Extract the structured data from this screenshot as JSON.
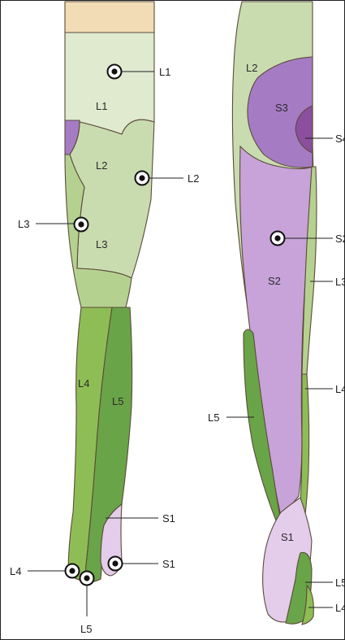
{
  "diagram": {
    "anterior_view": {
      "regions": [
        "L1",
        "L2",
        "L3",
        "L4",
        "L5"
      ],
      "callouts": [
        "L1",
        "L2",
        "L3",
        "S1",
        "S1",
        "L4",
        "L5"
      ]
    },
    "posterior_view": {
      "regions": [
        "L2",
        "S3",
        "S2",
        "S1"
      ],
      "callouts": [
        "S4",
        "S2",
        "L3",
        "L4",
        "L5",
        "L5",
        "L4"
      ]
    }
  },
  "colors": {
    "skin": "#f2dcb6",
    "L1": "#dfeacf",
    "L2": "#c9dcb0",
    "L3": "#b5d190",
    "L4": "#8ebd55",
    "L5": "#6aa448",
    "S1": "#e4cceb",
    "S2": "#c7a3d9",
    "S3": "#a57cc4",
    "S4": "#8b4f9e",
    "outline": "#5b4a3a"
  }
}
